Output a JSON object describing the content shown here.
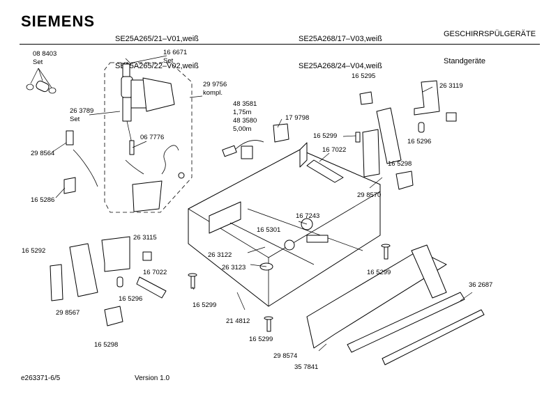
{
  "header": {
    "brand": "SIEMENS",
    "models_left": [
      "SE25A265/21–V01,weiß",
      "SE25A265/22–V02,weiß"
    ],
    "models_right": [
      "SE25A268/17–V03,weiß",
      "SE25A268/24–V04,weiß"
    ],
    "category": [
      "GESCHIRRSPÜLGERÄTE",
      "Standgeräte"
    ]
  },
  "parts": {
    "p088403": "08 8403",
    "p088403_set": "Set",
    "p166671": "16 6671",
    "p166671_set": "Set",
    "p299756": "29 9756",
    "p299756_kompl": "kompl.",
    "p263789": "26 3789",
    "p263789_set": "Set",
    "p067776": "06 7776",
    "p298564": "29 8564",
    "p165286": "16 5286",
    "p483581": "48 3581",
    "p483581_len": "1,75m",
    "p483580": "48 3580",
    "p483580_len": "5,00m",
    "p179798": "17 9798",
    "p165295": "16 5295",
    "p263119": "26 3119",
    "p165299_a": "16 5299",
    "p165296_a": "16 5296",
    "p167022_a": "16 7022",
    "p165298_a": "16 5298",
    "p298570": "29 8570",
    "p167243": "16 7243",
    "p165301": "16 5301",
    "p263122": "26 3122",
    "p263123": "26 3123",
    "p165292": "16 5292",
    "p263115": "26 3115",
    "p167022_b": "16 7022",
    "p165296_b": "16 5296",
    "p298567": "29 8567",
    "p165298_b": "16 5298",
    "p165299_b": "16 5299",
    "p165299_c": "16 5299",
    "p165299_d": "16 5299",
    "p214812": "21 4812",
    "p362687": "36 2687",
    "p298574": "29 8574",
    "p357841": "35 7841"
  },
  "footer": {
    "doc_id": "e263371-6/5",
    "version": "Version 1.0"
  }
}
